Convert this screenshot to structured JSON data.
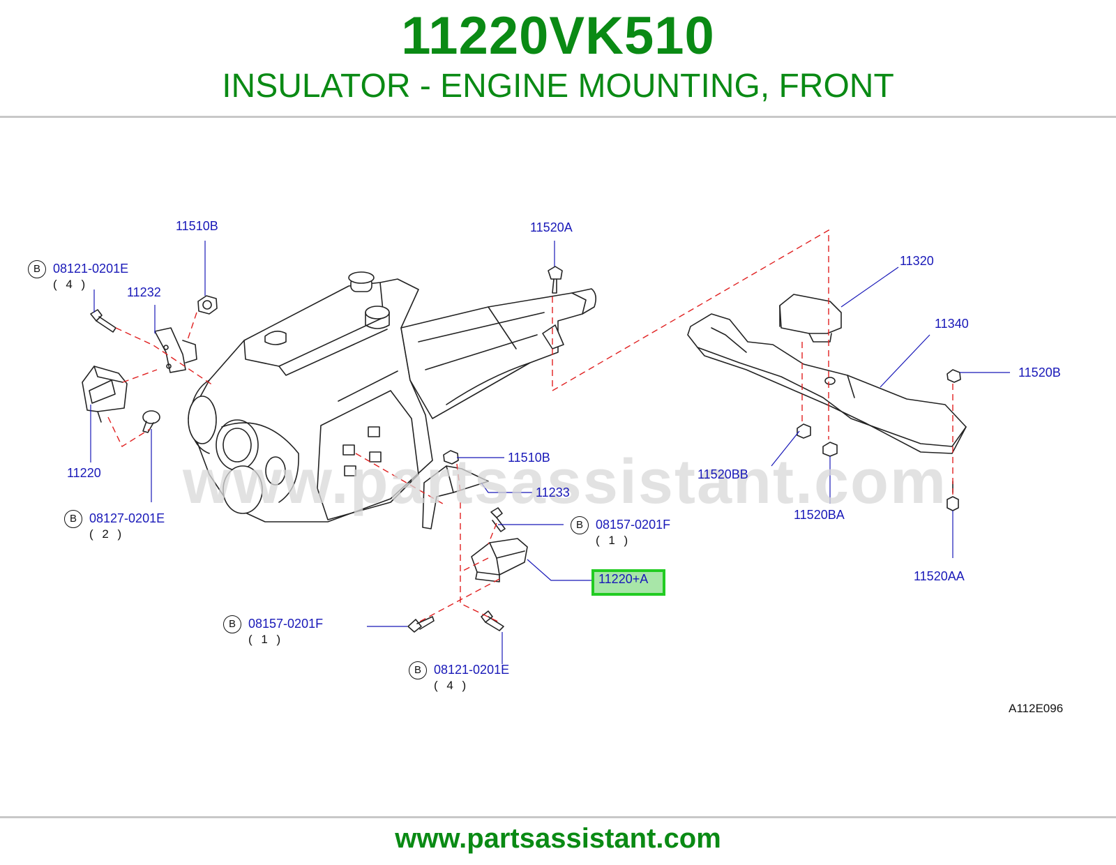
{
  "header": {
    "part_number": "11220VK510",
    "part_name": "INSULATOR - ENGINE MOUNTING, FRONT"
  },
  "diagram": {
    "watermark": "www.partsassistant.com",
    "code": "A112E096",
    "bolt_badge": "B",
    "labels": {
      "l_11510b_top": "11510B",
      "l_08121_top": "08121-0201E",
      "q_08121_top": "( 4 )",
      "l_11232": "11232",
      "l_11220": "11220",
      "l_08127": "08127-0201E",
      "q_08127": "( 2 )",
      "l_11520a": "11520A",
      "l_11510b_mid": "11510B",
      "l_11233": "11233",
      "l_08157_right": "08157-0201F",
      "q_08157_right": "( 1 )",
      "l_11220a": "11220+A",
      "l_08157_left": "08157-0201F",
      "q_08157_left": "( 1 )",
      "l_08121_bottom": "08121-0201E",
      "q_08121_bottom": "( 4 )",
      "l_11320": "11320",
      "l_11340": "11340",
      "l_11520b": "11520B",
      "l_11520bb": "11520BB",
      "l_11520ba": "11520BA",
      "l_11520aa": "11520AA"
    }
  },
  "colors": {
    "title_green": "#0a8a14",
    "label_blue": "#1818b8",
    "highlight_border": "#22cc22",
    "highlight_fill": "#a8e6a8",
    "dash_red": "#e02020"
  },
  "footer": {
    "url": "www.partsassistant.com"
  }
}
